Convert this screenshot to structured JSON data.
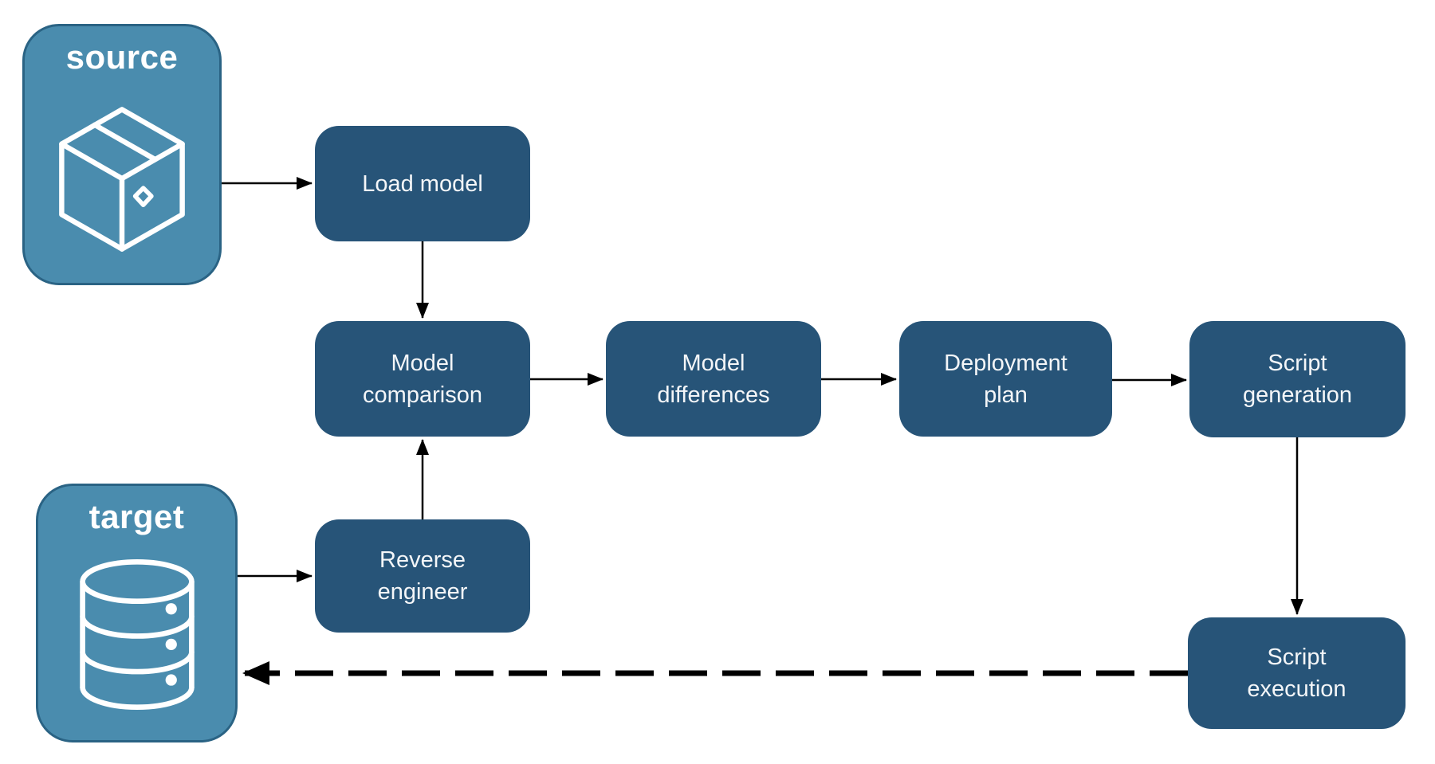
{
  "title": "Schema deployment pipeline diagram",
  "colors": {
    "background": "#FFFFFF",
    "step_fill": "#275478",
    "endpoint_fill": "#4A8CAE",
    "endpoint_border": "#2A6384",
    "label_text": "#F4F6F8",
    "arrow": "#000000"
  },
  "endpoints": {
    "source": {
      "label": "source",
      "icon": "package-icon"
    },
    "target": {
      "label": "target",
      "icon": "database-icon"
    }
  },
  "steps": {
    "load_model": {
      "label": "Load model"
    },
    "model_comparison": {
      "label": "Model comparison"
    },
    "model_differences": {
      "label": "Model differences"
    },
    "deployment_plan": {
      "label": "Deployment plan"
    },
    "script_generation": {
      "label": "Script generation"
    },
    "reverse_engineer": {
      "label": "Reverse engineer"
    },
    "script_execution": {
      "label": "Script execution"
    }
  },
  "connections": [
    {
      "from": "source",
      "to": "load_model",
      "style": "solid"
    },
    {
      "from": "load_model",
      "to": "model_comparison",
      "style": "solid"
    },
    {
      "from": "model_comparison",
      "to": "model_differences",
      "style": "solid"
    },
    {
      "from": "model_differences",
      "to": "deployment_plan",
      "style": "solid"
    },
    {
      "from": "deployment_plan",
      "to": "script_generation",
      "style": "solid"
    },
    {
      "from": "script_generation",
      "to": "script_execution",
      "style": "solid"
    },
    {
      "from": "target",
      "to": "reverse_engineer",
      "style": "solid"
    },
    {
      "from": "reverse_engineer",
      "to": "model_comparison",
      "style": "solid"
    },
    {
      "from": "script_execution",
      "to": "target",
      "style": "dashed"
    }
  ]
}
